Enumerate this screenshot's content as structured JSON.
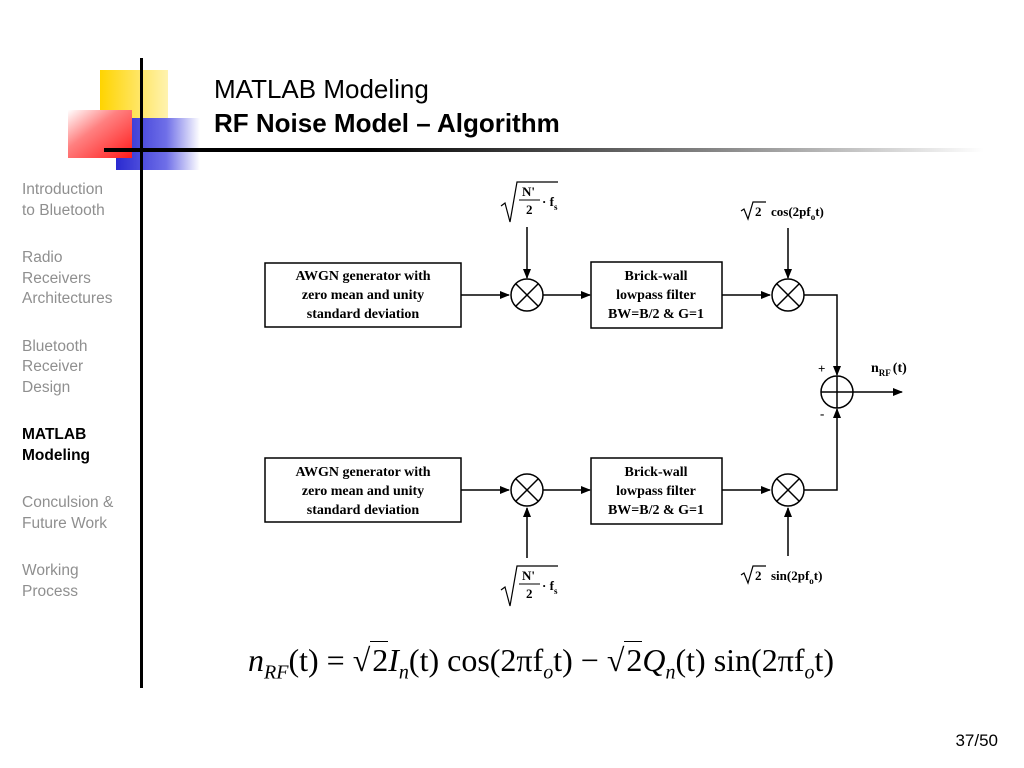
{
  "slide": {
    "title": "MATLAB Modeling",
    "subtitle": "RF Noise Model – Algorithm",
    "page_number": "37/50"
  },
  "nav": {
    "items": [
      {
        "label": "Introduction\nto Bluetooth",
        "active": false
      },
      {
        "label": "Radio\nReceivers\nArchitectures",
        "active": false
      },
      {
        "label": "Bluetooth\nReceiver\nDesign",
        "active": false
      },
      {
        "label": "MATLAB\nModeling",
        "active": true
      },
      {
        "label": "Conculsion &\nFuture Work",
        "active": false
      },
      {
        "label": "Working\nProcess",
        "active": false
      }
    ]
  },
  "diagram": {
    "awgn_line1": "AWGN generator with",
    "awgn_line2": "zero mean and unity",
    "awgn_line3": "standard deviation",
    "filter_line1": "Brick-wall",
    "filter_line2": "lowpass filter",
    "filter_line3": "BW=B/2 & G=1",
    "scale_num": "N'",
    "scale_den": "2",
    "scale_fs": "· f",
    "scale_fs_sub": "s",
    "sqrt2": "2",
    "cos_label": "cos(2pf",
    "sin_label": "sin(2pf",
    "sub_o": "o",
    "t_close": "t)",
    "sum_plus": "+",
    "sum_minus": "-",
    "output_n": "n",
    "output_sub": "RF",
    "output_t": "(t)"
  },
  "formula": {
    "lhs_n": "n",
    "lhs_sub": "RF",
    "lhs_arg": "(t) = ",
    "rad1": "2",
    "term1_I": "I",
    "term1_sub": "n",
    "term1_rest": "(t) cos(2πf",
    "sub_o": "o",
    "term1_end": "t) − ",
    "rad2": "2",
    "term2_Q": "Q",
    "term2_sub": "n",
    "term2_rest": "(t) sin(2πf",
    "term2_end": "t)"
  }
}
